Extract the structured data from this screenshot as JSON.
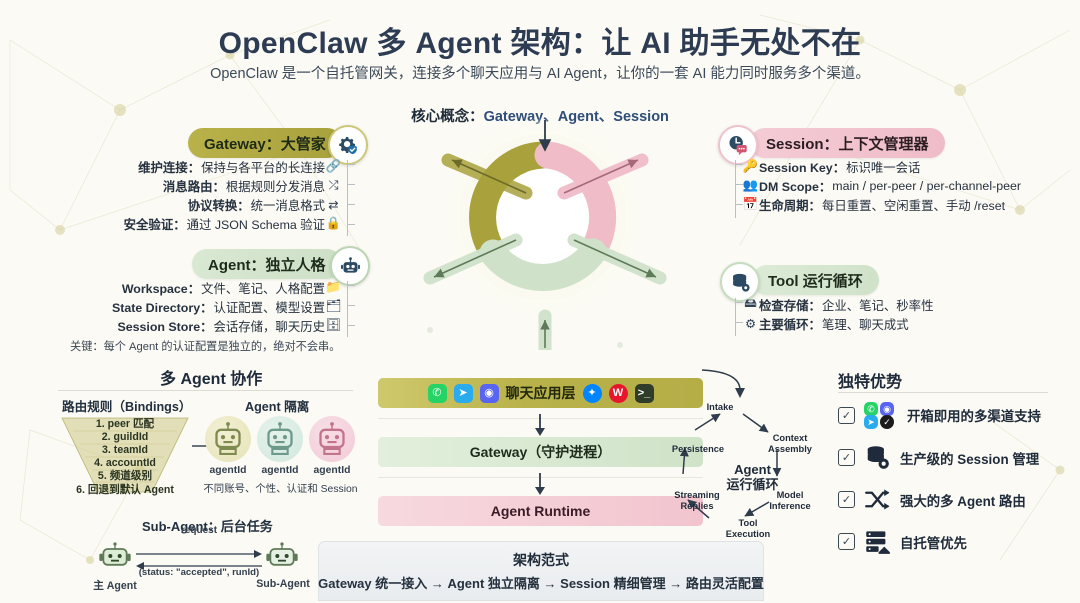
{
  "header": {
    "title": "OpenClaw 多 Agent 架构：让 AI 助手无处不在",
    "subtitle": "OpenClaw 是一个自托管网关，连接多个聊天应用与 AI Agent，让你的一套 AI 能力同时服务多个渠道。",
    "core_label": "核心概念：",
    "core_value": "Gateway、Agent、Session"
  },
  "colors": {
    "gateway": "#a8a13c",
    "agent": "#cde0c6",
    "session": "#efbcc8",
    "tool": "#cfe2c9",
    "background": "#fbfaf4",
    "title": "#2d3c53"
  },
  "gateway": {
    "pill": "Gateway：大管家",
    "badge_icon": "gear-shield-icon",
    "items": [
      {
        "label": "维护连接：",
        "text": "保持与各平台的长连接",
        "icon": "link-icon"
      },
      {
        "label": "消息路由：",
        "text": "根据规则分发消息",
        "icon": "shuffle-icon"
      },
      {
        "label": "协议转换：",
        "text": "统一消息格式",
        "icon": "swap-icon"
      },
      {
        "label": "安全验证：",
        "text": "通过 JSON Schema 验证",
        "icon": "lock-check-icon"
      }
    ]
  },
  "agent": {
    "pill": "Agent：独立人格",
    "badge_icon": "robot-icon",
    "items": [
      {
        "label": "Workspace：",
        "text": "文件、笔记、人格配置",
        "icon": "folder-icon"
      },
      {
        "label": "State Directory：",
        "text": "认证配置、模型设置",
        "icon": "folder-gear-icon"
      },
      {
        "label": "Session Store：",
        "text": "会话存储，聊天历史",
        "icon": "database-icon"
      }
    ],
    "note": "关键：每个 Agent 的认证配置是独立的，绝对不会串。"
  },
  "session": {
    "pill": "Session：上下文管理器",
    "badge_icon": "clock-chat-icon",
    "items": [
      {
        "label": "Session Key：",
        "text": "标识唯一会话",
        "icon": "key-icon"
      },
      {
        "label": "DM Scope：",
        "text": "main / per-peer / per-channel-peer",
        "icon": "people-icon"
      },
      {
        "label": "生命周期：",
        "text": "每日重置、空闲重置、手动 /reset",
        "icon": "calendar-icon"
      }
    ]
  },
  "tool": {
    "pill": "Tool 运行循环",
    "badge_icon": "database-gear-icon",
    "items": [
      {
        "label": "检查存储：",
        "text": "企业、笔记、秒率性",
        "icon": "storage-icon"
      },
      {
        "label": "主要循环：",
        "text": "笔理、聊天成式",
        "icon": "gear-icon"
      }
    ]
  },
  "multi_agent": {
    "title": "多 Agent 协作",
    "routing_heading": "路由规则（Bindings）",
    "routing_rules": [
      "1. peer 匹配",
      "2. guildId",
      "3. teamId",
      "4. accountId",
      "5. 频道级别",
      "6. 回退到默认 Agent"
    ],
    "isolation_heading": "Agent 隔离",
    "isolation_agents": [
      "agentId",
      "agentId",
      "agentId"
    ],
    "isolation_caption": "不同账号、个性、认证和 Session",
    "sub_agent": {
      "title": "Sub-Agent：后台任务",
      "left_label": "主 Agent",
      "right_label": "Sub-Agent",
      "request_label": "request",
      "response_label": "(status: \"accepted\", runId)"
    }
  },
  "stack": {
    "chat_layer": "聊天应用层",
    "chat_icons_left": [
      "whatsapp-icon",
      "telegram-icon",
      "discord-icon"
    ],
    "chat_icons_right": [
      "messenger-icon",
      "weibo-icon",
      "terminal-icon"
    ],
    "gateway_layer": "Gateway（守护进程）",
    "runtime_layer": "Agent Runtime"
  },
  "loop": {
    "center_line1": "Agent",
    "center_line2": "运行循环",
    "steps": [
      "Intake",
      "Context Assembly",
      "Model Inference",
      "Tool Execution",
      "Streaming Replies",
      "Persistence"
    ]
  },
  "advantages": {
    "title": "独特优势",
    "items": [
      {
        "text": "开箱即用的多渠道支持",
        "icon": "multi-channel-icon"
      },
      {
        "text": "生产级的 Session 管理",
        "icon": "database-gear-icon"
      },
      {
        "text": "强大的多 Agent 路由",
        "icon": "shuffle-icon"
      },
      {
        "text": "自托管优先",
        "icon": "server-home-icon"
      }
    ]
  },
  "paradigm": {
    "title": "架构范式",
    "flow": "Gateway 统一接入 → Agent 独立隔离 → Session 精细管理 → 路由灵活配置"
  }
}
